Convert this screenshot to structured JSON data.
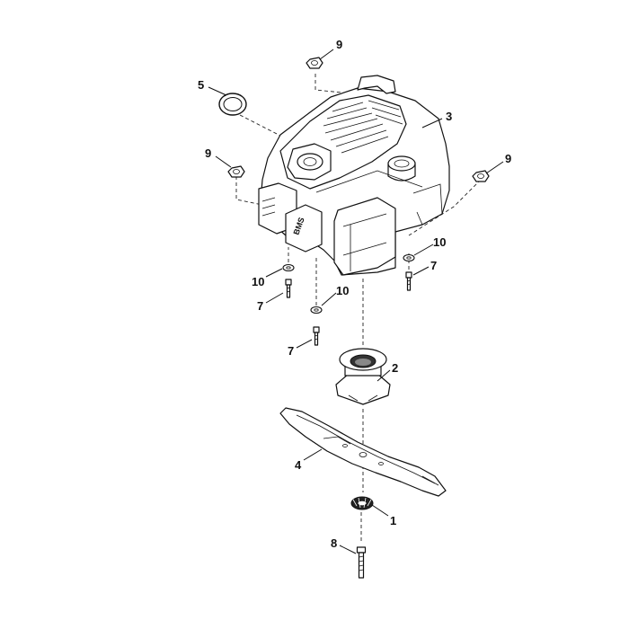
{
  "diagram": {
    "engine_logo": "BMS",
    "callouts": [
      {
        "id": "c9-top",
        "label": "9"
      },
      {
        "id": "c5",
        "label": "5"
      },
      {
        "id": "c3",
        "label": "3"
      },
      {
        "id": "c9-left",
        "label": "9"
      },
      {
        "id": "c9-right",
        "label": "9"
      },
      {
        "id": "c10-right",
        "label": "10"
      },
      {
        "id": "c7-right",
        "label": "7"
      },
      {
        "id": "c10-left",
        "label": "10"
      },
      {
        "id": "c7-left",
        "label": "7"
      },
      {
        "id": "c10-mid",
        "label": "10"
      },
      {
        "id": "c7-mid",
        "label": "7"
      },
      {
        "id": "c2",
        "label": "2"
      },
      {
        "id": "c4",
        "label": "4"
      },
      {
        "id": "c1",
        "label": "1"
      },
      {
        "id": "c8",
        "label": "8"
      }
    ]
  }
}
